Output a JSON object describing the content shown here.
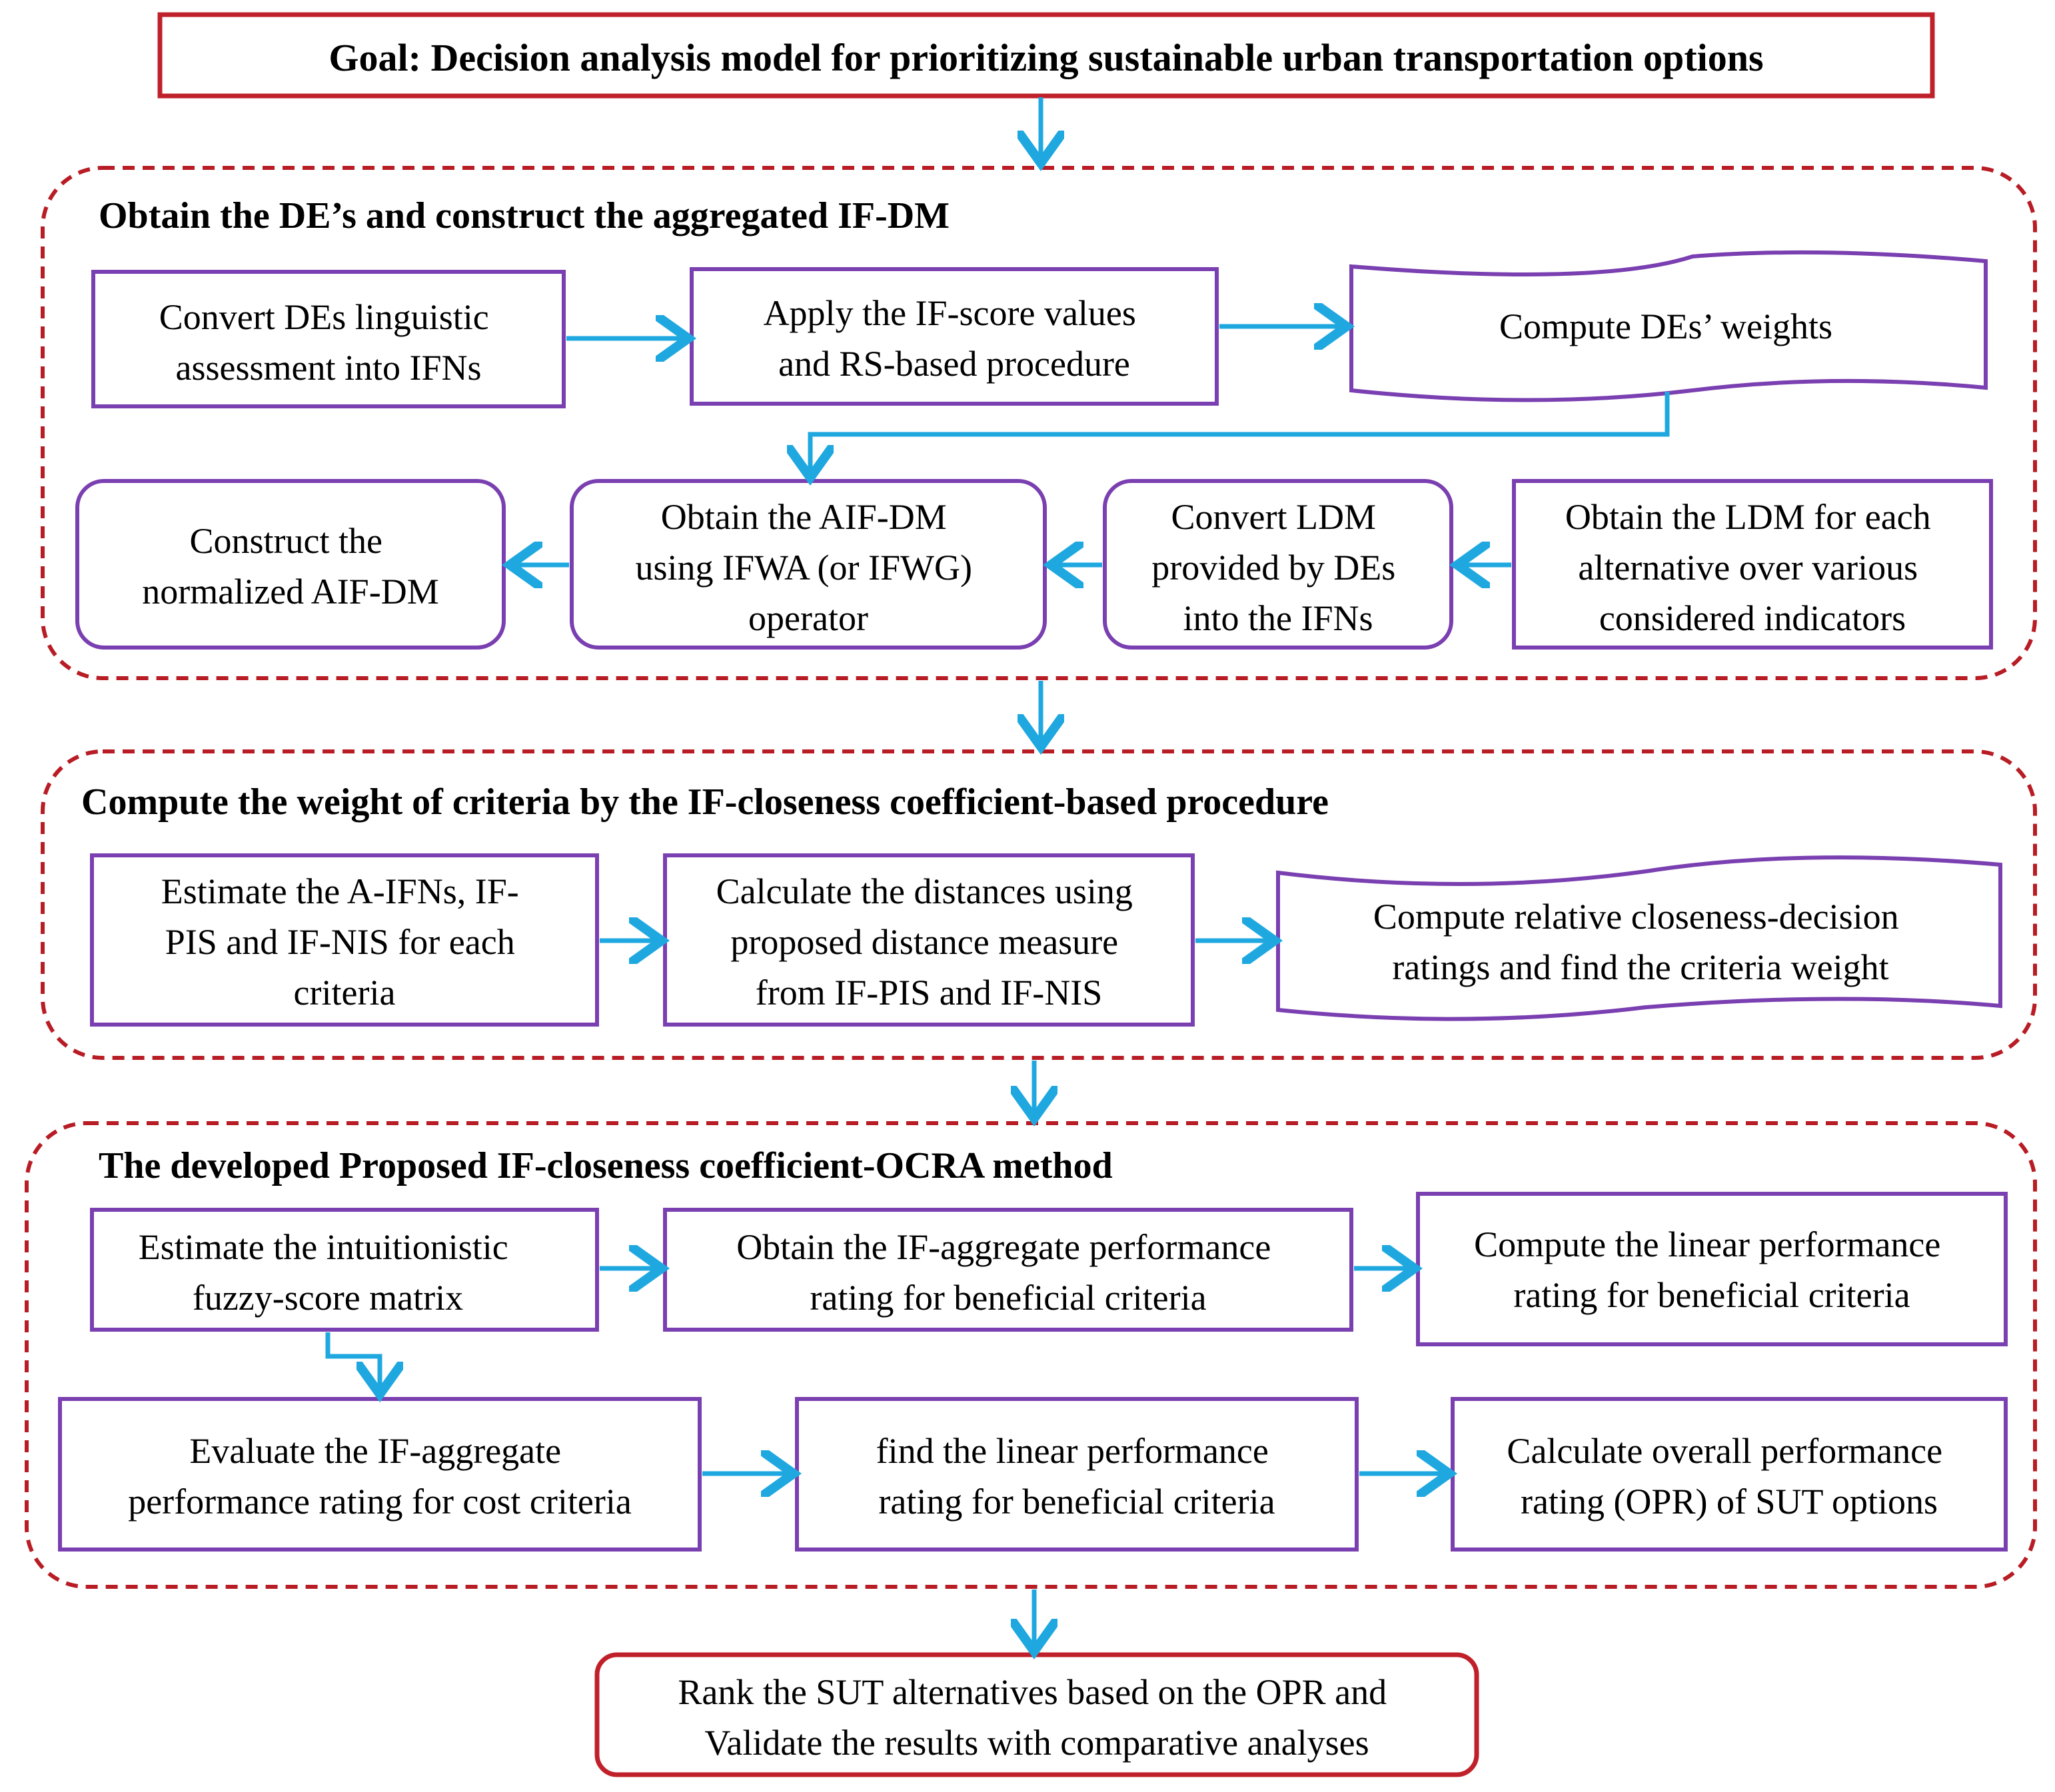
{
  "goal": "Goal: Decision analysis model for prioritizing sustainable urban transportation options",
  "stage1": {
    "heading": "Obtain the DE’s and construct the aggregated IF-DM",
    "boxes": [
      [
        "Convert DEs linguistic",
        "assessment into IFNs"
      ],
      [
        "Apply the IF-score values",
        "and RS-based procedure"
      ],
      [
        "Compute DEs’ weights"
      ],
      [
        "Obtain the LDM for each",
        "alternative over various",
        "considered indicators"
      ],
      [
        "Convert LDM",
        "provided by DEs",
        "into the IFNs"
      ],
      [
        "Obtain the AIF-DM",
        "using IFWA (or IFWG)",
        "operator"
      ],
      [
        "Construct the",
        "normalized AIF-DM"
      ]
    ]
  },
  "stage2": {
    "heading": "Compute the weight of criteria by the IF-closeness coefficient-based procedure",
    "boxes": [
      [
        "Estimate the A-IFNs, IF-",
        "PIS and IF-NIS for each",
        "criteria"
      ],
      [
        "Calculate the distances using",
        "proposed distance measure",
        "from IF-PIS and IF-NIS"
      ],
      [
        "Compute relative closeness-decision",
        "ratings and  find the criteria weight"
      ]
    ]
  },
  "stage3": {
    "heading": "The developed Proposed IF-closeness coefficient-OCRA method",
    "boxes": [
      [
        "Estimate the intuitionistic",
        "fuzzy-score matrix"
      ],
      [
        "Obtain the IF-aggregate performance",
        "rating for beneficial criteria"
      ],
      [
        "Compute the linear performance",
        "rating for beneficial criteria"
      ],
      [
        "Evaluate the IF-aggregate",
        "performance rating for cost  criteria"
      ],
      [
        "find the linear performance",
        "rating for beneficial criteria"
      ],
      [
        "Calculate overall performance",
        "rating (OPR) of SUT options"
      ]
    ]
  },
  "final": [
    "Rank the SUT alternatives based on the OPR and",
    "Validate the results with comparative analyses"
  ],
  "colors": {
    "goal_border": "#c0202a",
    "stage_border": "#b81c24",
    "box_border": "#7a3fb0",
    "arrow": "#1fa8e0"
  }
}
